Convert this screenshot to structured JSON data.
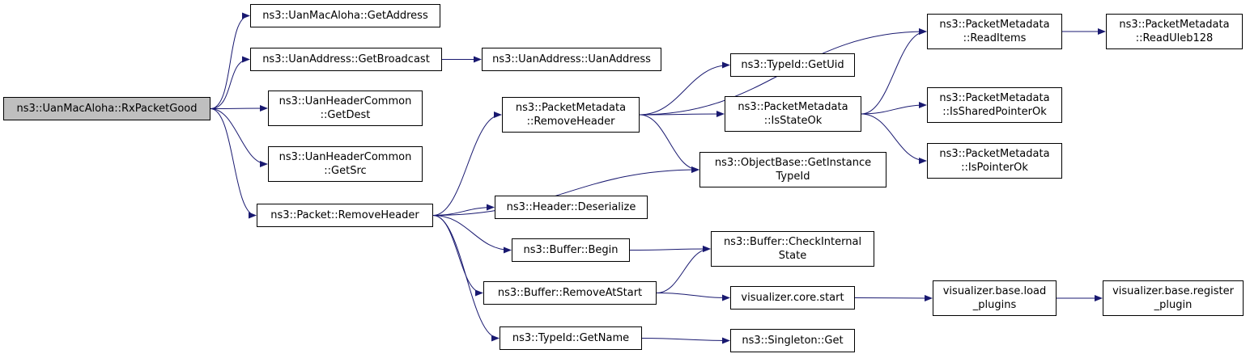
{
  "nodes": {
    "rx_packet_good": [
      "ns3::UanMacAloha::RxPacketGood"
    ],
    "get_address": [
      "ns3::UanMacAloha::GetAddress"
    ],
    "get_broadcast": [
      "ns3::UanAddress::GetBroadcast"
    ],
    "uan_address": [
      "ns3::UanAddress::UanAddress"
    ],
    "get_dest": [
      "ns3::UanHeaderCommon",
      "::GetDest"
    ],
    "get_src": [
      "ns3::UanHeaderCommon",
      "::GetSrc"
    ],
    "packet_remove_header": [
      "ns3::Packet::RemoveHeader"
    ],
    "metadata_remove_header": [
      "ns3::PacketMetadata",
      "::RemoveHeader"
    ],
    "read_items": [
      "ns3::PacketMetadata",
      "::ReadItems"
    ],
    "read_uleb128": [
      "ns3::PacketMetadata",
      "::ReadUleb128"
    ],
    "get_uid": [
      "ns3::TypeId::GetUid"
    ],
    "is_state_ok": [
      "ns3::PacketMetadata",
      "::IsStateOk"
    ],
    "is_shared_pointer_ok": [
      "ns3::PacketMetadata",
      "::IsSharedPointerOk"
    ],
    "is_pointer_ok": [
      "ns3::PacketMetadata",
      "::IsPointerOk"
    ],
    "get_instance_typeid": [
      "ns3::ObjectBase::GetInstance",
      "TypeId"
    ],
    "header_deserialize": [
      "ns3::Header::Deserialize"
    ],
    "buffer_begin": [
      "ns3::Buffer::Begin"
    ],
    "check_internal_state": [
      "ns3::Buffer::CheckInternal",
      "State"
    ],
    "remove_at_start": [
      "ns3::Buffer::RemoveAtStart"
    ],
    "viz_core_start": [
      "visualizer.core.start"
    ],
    "viz_load_plugins": [
      "visualizer.base.load",
      "_plugins"
    ],
    "viz_register_plugin": [
      "visualizer.base.register",
      "_plugin"
    ],
    "typeid_get_name": [
      "ns3::TypeId::GetName"
    ],
    "singleton_get": [
      "ns3::Singleton::Get"
    ]
  },
  "edges": [
    [
      "rx_packet_good",
      "get_address"
    ],
    [
      "rx_packet_good",
      "get_broadcast"
    ],
    [
      "rx_packet_good",
      "get_dest"
    ],
    [
      "rx_packet_good",
      "get_src"
    ],
    [
      "rx_packet_good",
      "packet_remove_header"
    ],
    [
      "get_broadcast",
      "uan_address"
    ],
    [
      "packet_remove_header",
      "metadata_remove_header"
    ],
    [
      "packet_remove_header",
      "get_instance_typeid"
    ],
    [
      "packet_remove_header",
      "header_deserialize"
    ],
    [
      "packet_remove_header",
      "buffer_begin"
    ],
    [
      "packet_remove_header",
      "remove_at_start"
    ],
    [
      "packet_remove_header",
      "typeid_get_name"
    ],
    [
      "metadata_remove_header",
      "read_items"
    ],
    [
      "metadata_remove_header",
      "get_uid"
    ],
    [
      "metadata_remove_header",
      "is_state_ok"
    ],
    [
      "metadata_remove_header",
      "get_instance_typeid"
    ],
    [
      "is_state_ok",
      "read_items"
    ],
    [
      "is_state_ok",
      "is_shared_pointer_ok"
    ],
    [
      "is_state_ok",
      "is_pointer_ok"
    ],
    [
      "read_items",
      "read_uleb128"
    ],
    [
      "buffer_begin",
      "check_internal_state"
    ],
    [
      "remove_at_start",
      "check_internal_state"
    ],
    [
      "remove_at_start",
      "viz_core_start"
    ],
    [
      "viz_core_start",
      "viz_load_plugins"
    ],
    [
      "viz_load_plugins",
      "viz_register_plugin"
    ],
    [
      "typeid_get_name",
      "singleton_get"
    ]
  ],
  "colors": {
    "edge": "#191970",
    "root_fill": "#bfbfbf",
    "node_border": "#000000"
  }
}
